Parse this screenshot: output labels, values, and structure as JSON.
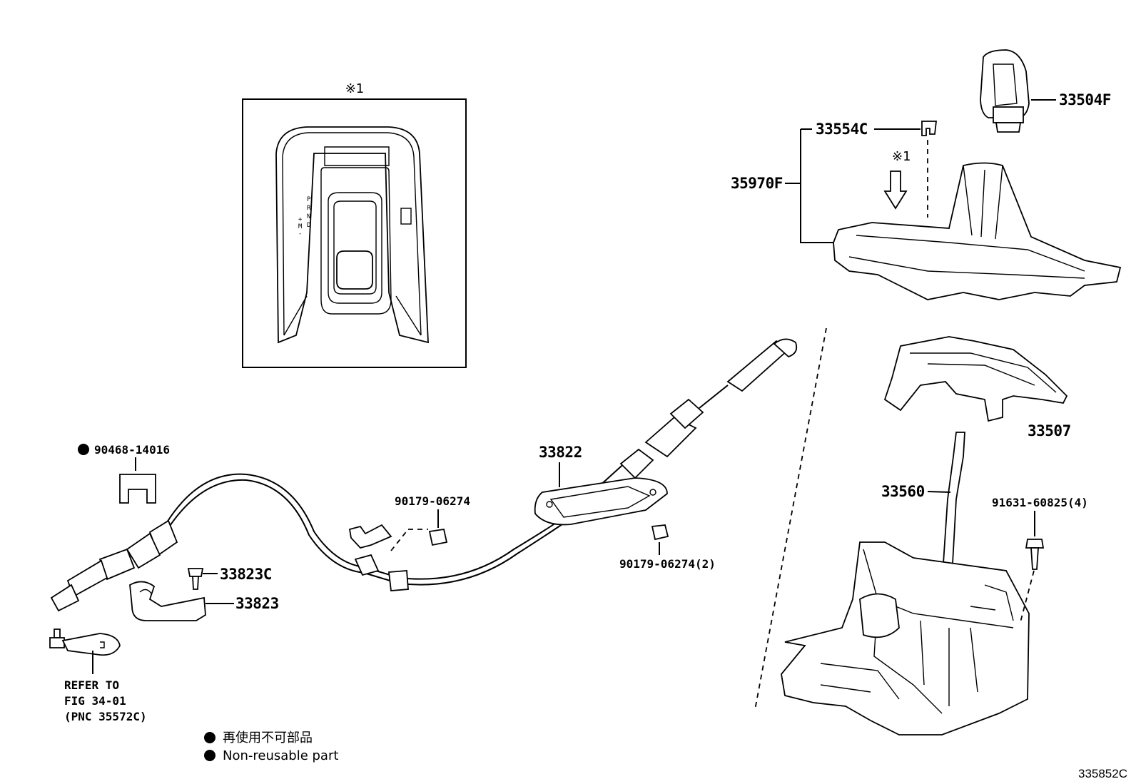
{
  "inset_marker": "※1",
  "gear_letters": [
    "P",
    "R",
    "N",
    "D",
    "+",
    "M",
    "-"
  ],
  "callouts": {
    "p33504F": "33504F",
    "p33554C": "33554C",
    "p35970F": "35970F",
    "p33507": "33507",
    "p33560": "33560",
    "p91631": "91631-60825(4)",
    "p33822": "33822",
    "p90179a": "90179-06274",
    "p90179b": "90179-06274(2)",
    "p90468": "90468-14016",
    "p33823C": "33823C",
    "p33823": "33823"
  },
  "refer_note": [
    "REFER TO",
    "FIG 34-01",
    "(PNC 35572C)"
  ],
  "legend": [
    "再使用不可部品",
    "Non-reusable part"
  ],
  "figure_id": "335852C"
}
